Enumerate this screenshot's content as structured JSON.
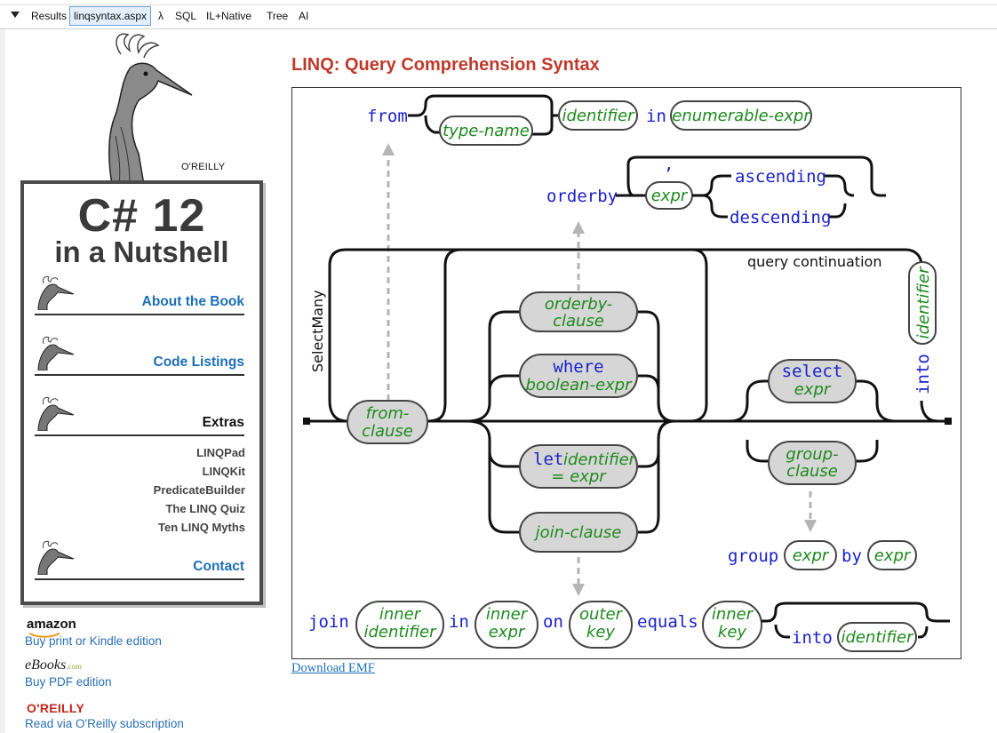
{
  "tabs": [
    "Results",
    "linqsyntax.aspx",
    "λ",
    "SQL",
    "IL+Native",
    "Tree",
    "AI"
  ],
  "active_tab": "linqsyntax.aspx",
  "sidebar": {
    "publisher": "O'REILLY",
    "book_title_1": "C# 12",
    "book_title_2": "in a Nutshell",
    "nav": [
      {
        "label": "About the Book"
      },
      {
        "label": "Code Listings"
      },
      {
        "label": "Extras"
      },
      {
        "label": "Contact"
      }
    ],
    "extras": [
      "LINQPad",
      "LINQKit",
      "PredicateBuilder",
      "The LINQ Quiz",
      "Ten LINQ Myths"
    ],
    "amazon_logo": "amazon",
    "amazon_link": "Buy print or Kindle edition",
    "ebooks_logo": "eBooks",
    "ebooks_logo_suffix": ".com",
    "ebooks_link": "Buy PDF edition",
    "oreilly_logo": "O'REILLY",
    "oreilly_link": "Read via O'Reilly subscription"
  },
  "page": {
    "title": "LINQ: Query Comprehension Syntax",
    "download": "Download EMF"
  },
  "diagram": {
    "from_kw": "from",
    "type_name": "type-name",
    "identifier": "identifier",
    "in_kw": "in",
    "enumerable_expr": "enumerable-expr",
    "orderby_kw": "orderby",
    "comma": ",",
    "expr": "expr",
    "ascending": "ascending",
    "descending": "descending",
    "query_continuation": "query continuation",
    "selectmany": "SelectMany",
    "into_kw": "into",
    "orderby_clause_1": "orderby-",
    "orderby_clause_2": "clause",
    "where_kw": "where",
    "boolean_expr": "boolean-expr",
    "from_clause_1": "from-",
    "from_clause_2": "clause",
    "let_kw": "let",
    "let_eq": "= expr",
    "join_clause": "join-clause",
    "select_kw": "select",
    "group_clause_1": "group-",
    "group_clause_2": "clause",
    "group_kw": "group",
    "by_kw": "by",
    "join_kw": "join",
    "inner": "inner",
    "outer": "outer",
    "key": "key",
    "on_kw": "on",
    "equals_kw": "equals"
  },
  "colors": {
    "keyword": "#1a21c9",
    "term": "#1e8a1e",
    "title": "#c0392b",
    "link": "#1c6fb8"
  }
}
